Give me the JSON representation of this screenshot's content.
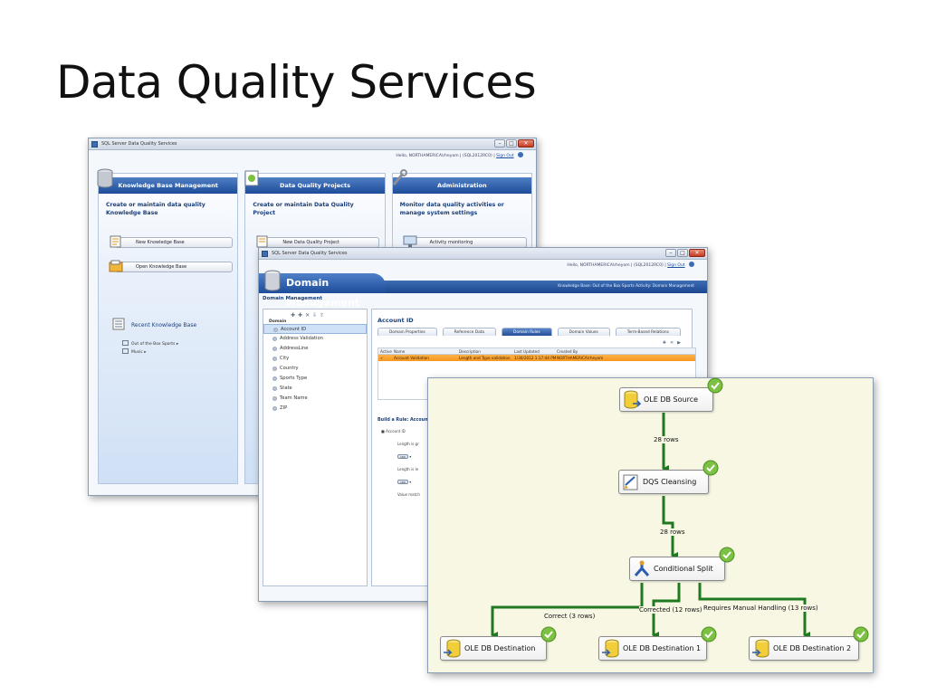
{
  "slide": {
    "title": "Data Quality Services"
  },
  "home": {
    "window_title": "SQL Server Data Quality Services",
    "hello": "Hello, NORTHAMERICA\\rheyom | (SQL2012RC0)",
    "sign_out": "Sign Out",
    "columns": [
      {
        "header": "Knowledge Base Management",
        "description": "Create or maintain data quality Knowledge Base",
        "actions": [
          "New Knowledge Base",
          "Open Knowledge Base"
        ],
        "recent_label": "Recent Knowledge Base",
        "recent_items": [
          "Out of the Box Sports ▸",
          "Music ▸"
        ]
      },
      {
        "header": "Data Quality Projects",
        "description": "Create or maintain Data Quality Project",
        "actions": [
          "New Data Quality Project"
        ]
      },
      {
        "header": "Administration",
        "description": "Monitor data quality activities or manage system settings",
        "actions": [
          "Activity monitoring"
        ]
      }
    ]
  },
  "domain": {
    "window_title": "SQL Server Data Quality Services",
    "hello": "Hello, NORTHAMERICA\\rheyom | (SQL2012RC0)",
    "sign_out": "Sign Out",
    "banner_title": "Domain Management",
    "kb_info": "Knowledge Base: Out of the Box Sports     Activity: Domain Management",
    "subtitle": "Domain Management",
    "domain_header": "Domain",
    "domains": [
      "Account ID",
      "Address Validation",
      "AddressLine",
      "City",
      "Country",
      "Sports Type",
      "State",
      "Team Name",
      "ZIP"
    ],
    "selected_domain": "Account ID",
    "tabs": [
      "Domain Properties",
      "Reference Data",
      "Domain Rules",
      "Domain Values",
      "Term-Based Relations"
    ],
    "active_tab": 2,
    "grid_headers": [
      "Active",
      "Name",
      "Description",
      "Last Updated",
      "Created By"
    ],
    "grid_row": [
      "✓",
      "Account Validation",
      "Length and Type validation",
      "1/30/2012 1:17:44 PM",
      "NORTHAMERICA\\rheyom"
    ],
    "build_rule": "Build a Rule: Account V",
    "rule_root": "Account ID",
    "rule_lines": [
      "Length is gr",
      "AND",
      "Length is le",
      "AND",
      "Value match"
    ]
  },
  "flow": {
    "nodes": {
      "source": "OLE DB Source",
      "cleansing": "DQS Cleansing",
      "split": "Conditional Split",
      "dest0": "OLE DB Destination",
      "dest1": "OLE DB Destination 1",
      "dest2": "OLE DB Destination 2"
    },
    "edges": {
      "e1": "28 rows",
      "e2": "28 rows",
      "correct": "Correct (3 rows)",
      "corrected": "Corrected (12 rows)",
      "manual": "Requires Manual Handling (13 rows)"
    },
    "colors": {
      "path": "#1f7a1f",
      "ok": "#7cc142",
      "canvas": "#f7f7e4"
    }
  }
}
